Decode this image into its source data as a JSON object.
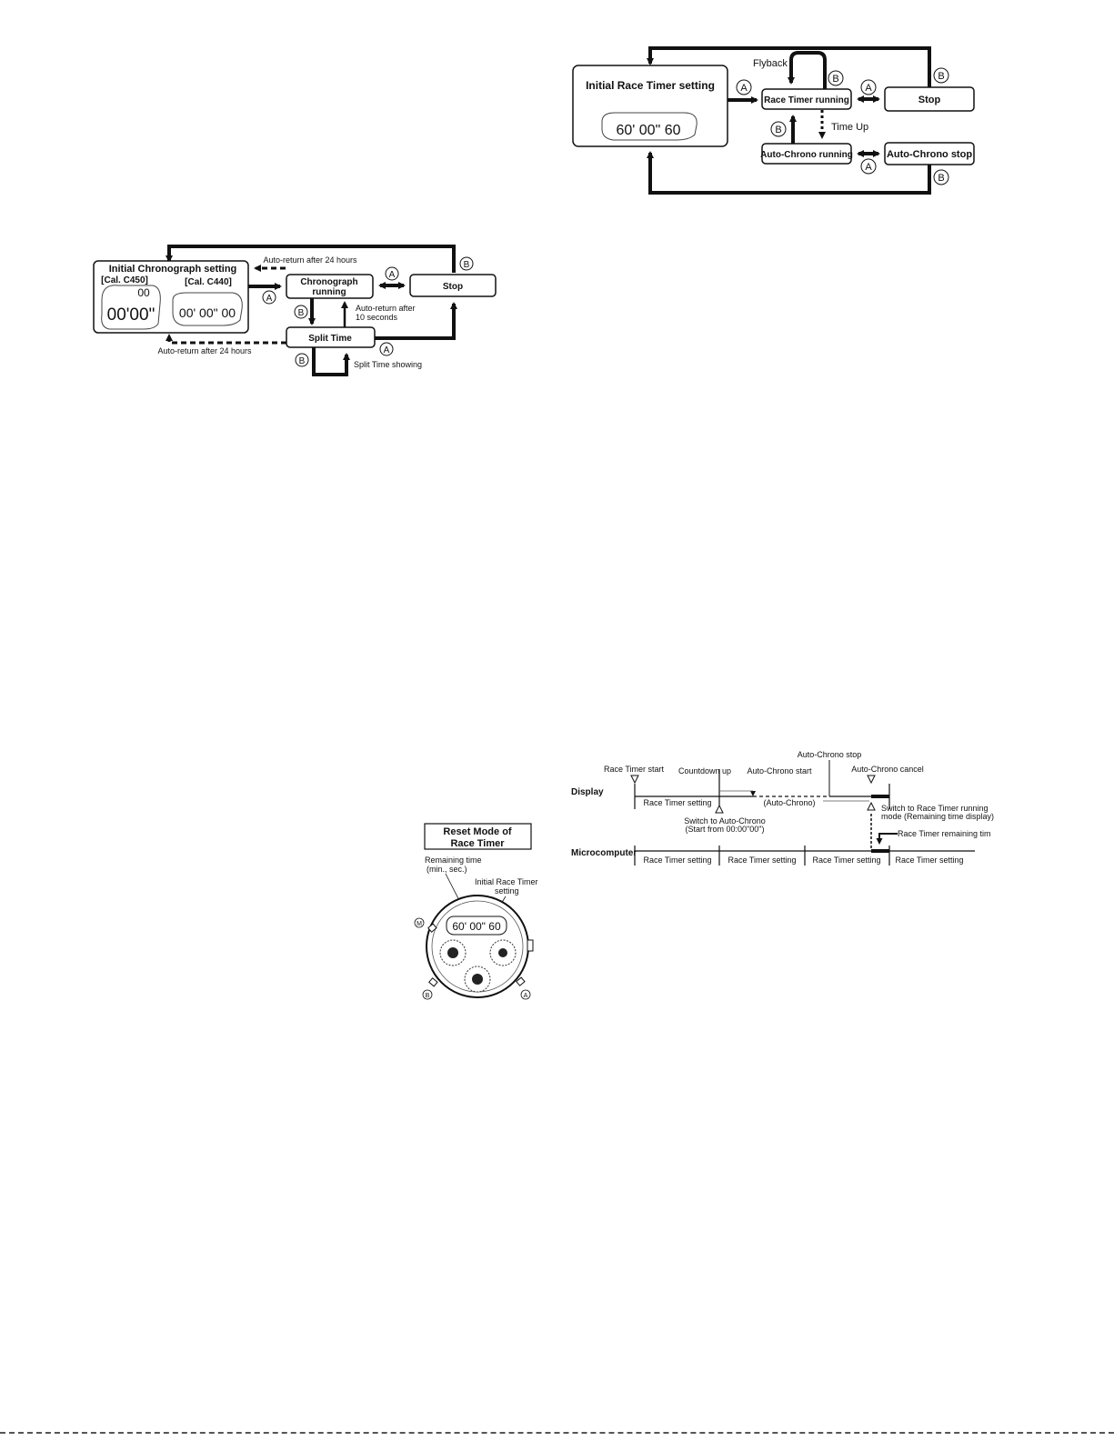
{
  "chrono_diagram": {
    "initial_title": "Initial Chronograph setting",
    "cal_c450": "[Cal. C450]",
    "cal_c440": "[Cal. C440]",
    "chrono_running_l1": "Chronograph",
    "chrono_running_l2": "running",
    "stop": "Stop",
    "split_time": "Split Time",
    "auto_return_24h_top": "Auto-return after 24 hours",
    "auto_return_24h_bottom": "Auto-return after 24 hours",
    "auto_return_10s_l1": "Auto-return after",
    "auto_return_10s_l2": "10 seconds",
    "split_time_showing": "Split Time showing",
    "btn_a": "A",
    "btn_b": "B",
    "lcd_c450_top": "00",
    "lcd_c450_main": "00'00\"",
    "lcd_c440": "00' 00\" 00"
  },
  "race_diagram": {
    "initial_title": "Initial Race Timer setting",
    "lcd": "60' 00\" 60",
    "flyback": "Flyback",
    "race_running": "Race Timer running",
    "stop": "Stop",
    "time_up": "Time Up",
    "auto_chrono_running": "Auto-Chrono running",
    "auto_chrono_stop": "Auto-Chrono stop",
    "btn_a": "A",
    "btn_b": "B"
  },
  "reset_mode": {
    "title_l1": "Reset Mode of",
    "title_l2": "Race Timer",
    "remaining_l1": "Remaining time",
    "remaining_l2": "(min., sec.)",
    "initial_l1": "Initial Race Timer",
    "initial_l2": "setting",
    "lcd": "60' 00\" 60",
    "btn_m": "M",
    "btn_b": "B",
    "btn_a": "A"
  },
  "timeline": {
    "display_label": "Display",
    "micro_label": "Microcomputer",
    "race_timer_start": "Race Timer start",
    "countdown_up": "Countdown up",
    "auto_chrono_start": "Auto-Chrono start",
    "auto_chrono_stop": "Auto-Chrono stop",
    "auto_chrono_cancel": "Auto-Chrono cancel",
    "race_timer_setting": "Race Timer setting",
    "auto_chrono_paren": "(Auto-Chrono)",
    "switch_auto_l1": "Switch to Auto-Chrono",
    "switch_auto_l2": "(Start from 00:00\"00\")",
    "switch_race_l1": "Switch to Race Timer running",
    "switch_race_l2": "mode (Remaining time display)",
    "remaining_time": "Race Timer remaining tim",
    "seg": "Race Timer setting"
  }
}
